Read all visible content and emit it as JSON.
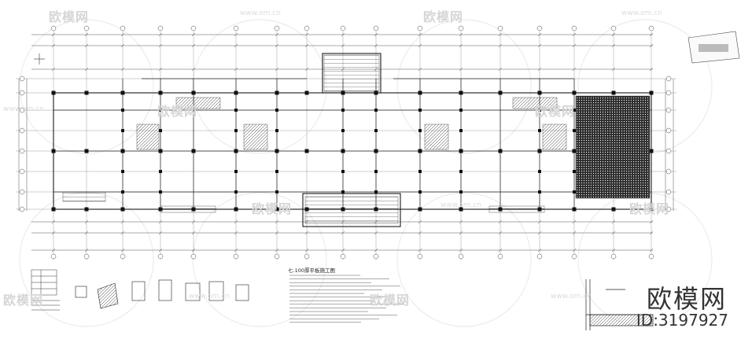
{
  "watermark": {
    "logo_text": "欧模网",
    "url_text": "www.om.cn"
  },
  "brand": {
    "name": "欧模网",
    "id_text": "ID:3197927"
  },
  "drawing": {
    "notes_title": "七.100厚平板施工图"
  },
  "colors": {
    "ink": "#1a1a1a",
    "grid": "#555555",
    "watermark": "#d6d6d6",
    "hatch": "#3a3a3a"
  }
}
